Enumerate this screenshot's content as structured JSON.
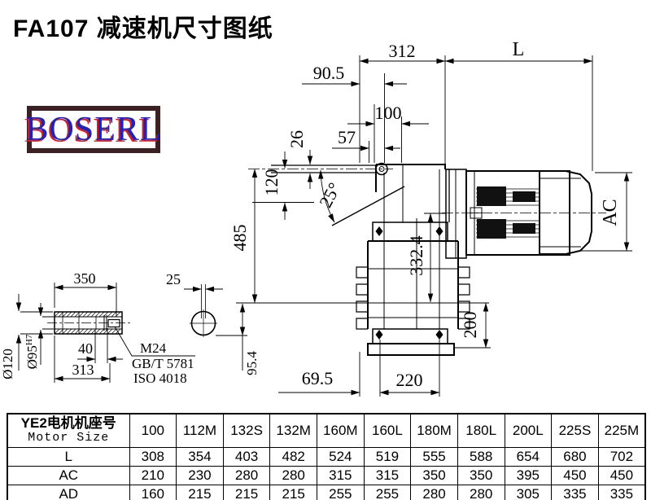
{
  "title": "FA107 减速机尺寸图纸",
  "logo": {
    "text": "BOSERL"
  },
  "colors": {
    "line": "#000000",
    "logo_border": "#3b2121",
    "logo_text": "#2222bb",
    "logo_shadow": "#cc2222"
  },
  "main_view": {
    "dim_312": "312",
    "dim_L": "L",
    "dim_90_5": "90.5",
    "dim_100": "100",
    "dim_57": "57",
    "dim_26": "26",
    "dim_120": "120",
    "dim_485": "485",
    "angle_25": "25°",
    "dim_332_4": "332.4",
    "dim_AC": "AC",
    "dim_200": "200",
    "dim_220": "220",
    "dim_69_5": "69.5"
  },
  "shaft_view": {
    "dim_350": "350",
    "dim_25": "25",
    "dim_d120": "Ø120",
    "dim_d95": "Ø95",
    "dim_d95_tol": "H7",
    "dim_40": "40",
    "dim_313": "313",
    "dim_95_4": "95.4",
    "label_m24": "M24",
    "label_gbt": "GB/T 5781",
    "label_iso": "ISO 4018"
  },
  "table": {
    "header_cn": "YE2电机机座号",
    "header_en": "Motor Size",
    "columns": [
      "100",
      "112M",
      "132S",
      "132M",
      "160M",
      "160L",
      "180M",
      "180L",
      "200L",
      "225S",
      "225M"
    ],
    "rows": [
      {
        "label": "L",
        "values": [
          "308",
          "354",
          "403",
          "482",
          "524",
          "519",
          "555",
          "588",
          "654",
          "680",
          "702"
        ]
      },
      {
        "label": "AC",
        "values": [
          "210",
          "230",
          "280",
          "280",
          "315",
          "315",
          "350",
          "350",
          "395",
          "450",
          "450"
        ]
      },
      {
        "label": "AD",
        "values": [
          "160",
          "215",
          "215",
          "215",
          "255",
          "255",
          "280",
          "280",
          "305",
          "335",
          "335"
        ]
      }
    ]
  }
}
